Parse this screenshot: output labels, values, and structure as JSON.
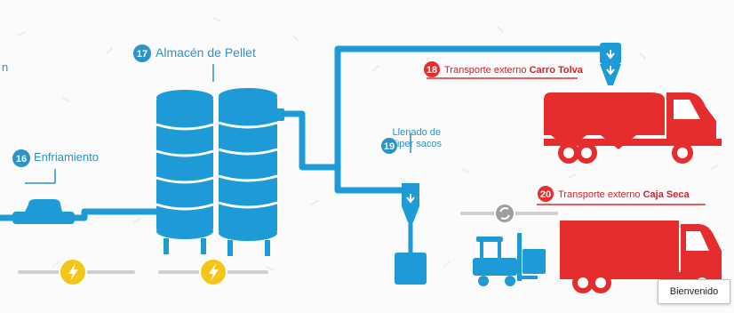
{
  "colors": {
    "pipe": "#1e9bd7",
    "accent_red": "#e52d2d",
    "label_blue": "#2b93c9",
    "bolt_yellow": "#f5c518",
    "rail_gray": "#cfcfcf"
  },
  "partial_label": "n",
  "stages": {
    "s16": {
      "number": "16",
      "label": "Enfriamiento"
    },
    "s17": {
      "number": "17",
      "label": "Almacén de Pellet"
    },
    "s18": {
      "number": "18",
      "label_prefix": "Transporte externo ",
      "label_bold": "Carro Tolva"
    },
    "s19": {
      "number": "19",
      "label_line1": "Llenado de",
      "label_line2": "súper sacos"
    },
    "s20": {
      "number": "20",
      "label_prefix": "Transporte externo ",
      "label_bold": "Caja Seca"
    }
  },
  "icons": {
    "bolt": "lightning-bolt-icon",
    "recycle": "recycle-icon",
    "arrow": "down-arrow-icon"
  },
  "welcome_button": {
    "label": "Bienvenido"
  }
}
